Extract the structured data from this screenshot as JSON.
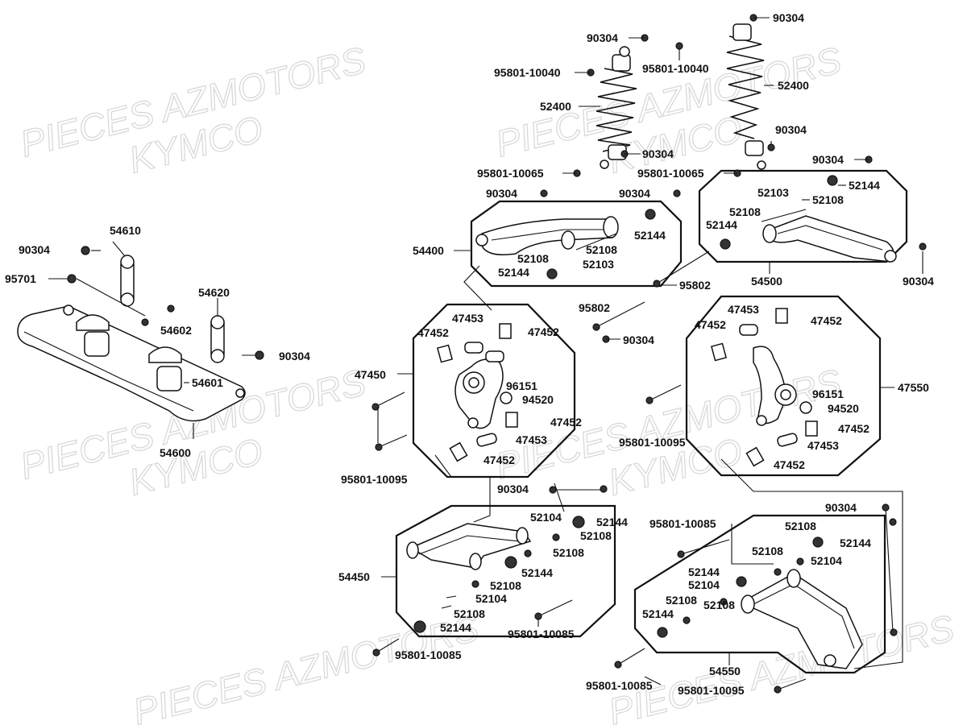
{
  "watermarks": [
    "PIECES AZMOTORS",
    "KYMCO"
  ],
  "labels": {
    "p90304_a": "90304",
    "p90304_b": "90304",
    "p90304_c": "90304",
    "p90304_d": "90304",
    "p90304_e": "90304",
    "p90304_f": "90304",
    "p90304_g": "90304",
    "p90304_h": "90304",
    "p90304_i": "90304",
    "p90304_j": "90304",
    "p90304_k": "90304",
    "p90304_l": "90304",
    "p90304_m": "90304",
    "p95801_10040_a": "95801-10040",
    "p95801_10040_b": "95801-10040",
    "p52400_a": "52400",
    "p52400_b": "52400",
    "p95801_10065_a": "95801-10065",
    "p95801_10065_b": "95801-10065",
    "p54610": "54610",
    "p95701": "95701",
    "p54620": "54620",
    "p54602": "54602",
    "p54601": "54601",
    "p54600": "54600",
    "p54400": "54400",
    "p52144_a": "52144",
    "p52108_a": "52108",
    "p52108_b": "52108",
    "p52103_a": "52103",
    "p52144_b": "52144",
    "p54500": "54500",
    "p52103_b": "52103",
    "p52108_c": "52108",
    "p52108_d": "52108",
    "p52144_c": "52144",
    "p52144_d": "52144",
    "p95802_a": "95802",
    "p95802_b": "95802",
    "p47450": "47450",
    "p47453_a": "47453",
    "p47452_a": "47452",
    "p47452_b": "47452",
    "p96151_a": "96151",
    "p94520_a": "94520",
    "p47452_c": "47452",
    "p47453_b": "47453",
    "p47452_d": "47452",
    "p47550": "47550",
    "p47453_c": "47453",
    "p47452_e": "47452",
    "p47452_f": "47452",
    "p96151_b": "96151",
    "p94520_b": "94520",
    "p47452_g": "47452",
    "p47453_d": "47453",
    "p47452_h": "47452",
    "p95801_10095_a": "95801-10095",
    "p95801_10095_b": "95801-10095",
    "p95801_10095_c": "95801-10095",
    "p54450": "54450",
    "p52104_a": "52104",
    "p52144_e": "52144",
    "p52108_e": "52108",
    "p52108_f": "52108",
    "p52144_f": "52144",
    "p52108_g": "52108",
    "p52104_b": "52104",
    "p52108_h": "52108",
    "p52144_g": "52144",
    "p95801_10085_a": "95801-10085",
    "p95801_10085_b": "95801-10085",
    "p95801_10085_c": "95801-10085",
    "p95801_10085_d": "95801-10085",
    "p54550": "54550",
    "p52108_i": "52108",
    "p52144_h": "52144",
    "p52108_j": "52108",
    "p52104_c": "52104",
    "p52144_i": "52144",
    "p52104_d": "52104",
    "p52108_k": "52108",
    "p52144_j": "52144",
    "p52108_l": "52108"
  }
}
